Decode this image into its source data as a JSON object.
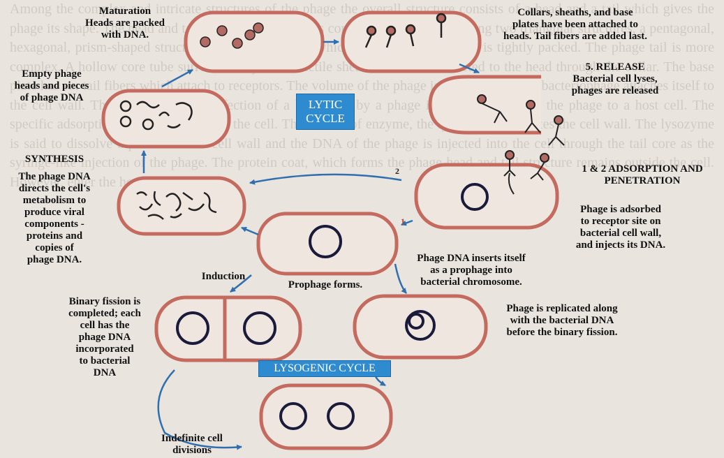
{
  "background_text": "Among the complex and intricate structures of the phage the overall structure consists of a head and a tail which gives the phage its shape. The head and tail (Fig 3.4). The head is composed of protein forming two triangular structures, a pentagonal, hexagonal, prism-shaped structure of about 65 nm in which the nucleic acid DNA is tightly packed. The phage tail is more complex. A hollow core tube surrounded by a contractile sheath which is connected to the head through the collar. The base plate has six tail fibers which attach to receptors. The volume of the phage is nearly short. The bacteriophage attaches itself to the cell wall. The first step in the infection of a bacterium by a phage is the attachment of the phage to a host cell. The specific adsorption of the tail fiber and the cell. The release of enzyme, the lysozyme, perforates the cell wall. The lysozyme is said to dissolve a portion of the cell wall and the DNA of the phage is injected into the cell through the tail core as the syringe-like injection of the phage. The protein coat, which forms the phage head and tail structure remains outside the cell. However, enter the host cell as well.",
  "diagram": {
    "title_lytic": [
      "LYTIC",
      "CYCLE"
    ],
    "title_lysogenic": "LYSOGENIC CYCLE",
    "labels": {
      "maturation": [
        "Maturation",
        "Heads are packed",
        "with DNA."
      ],
      "collars": [
        "Collars, sheaths, and base",
        "plates have been attached to",
        "heads. Tail fibers are added last."
      ],
      "release_title": "5. RELEASE",
      "release_body": [
        "Bacterial cell lyses,",
        "phages are released"
      ],
      "empty_heads": [
        "Empty phage",
        "heads and pieces",
        "of phage DNA"
      ],
      "synthesis_title": "SYNTHESIS",
      "synthesis_body": [
        "The phage DNA",
        "directs the cell's",
        "metabolism to",
        "produce viral",
        "components -",
        "proteins and",
        "copies of",
        "phage DNA."
      ],
      "adsorption_title": [
        "1 & 2 ADSORPTION AND",
        "PENETRATION"
      ],
      "adsorption_body": [
        "Phage is adsorbed",
        "to receptor site on",
        "bacterial cell wall,",
        "and injects its DNA."
      ],
      "induction": "Induction",
      "prophage_forms": "Prophage forms.",
      "inserts": [
        "Phage DNA inserts itself",
        "as a prophage into",
        "bacterial chromosome."
      ],
      "binary_fission": [
        "Binary fission is",
        "completed; each",
        "cell has the",
        "phage DNA",
        "incorporated",
        "to bacterial",
        "DNA"
      ],
      "replicated": [
        "Phage is replicated along",
        "with the bacterial DNA",
        "before the binary fission."
      ],
      "indefinite": [
        "Indefinite cell",
        "divisions"
      ],
      "step1": "1",
      "step2": "2"
    },
    "colors": {
      "cell_border": "#c46a5e",
      "cell_fill": "#efe6df",
      "arrow": "#2f6fb0",
      "title_box": "#2e8bd0",
      "ink": "#1a1a1a"
    }
  }
}
